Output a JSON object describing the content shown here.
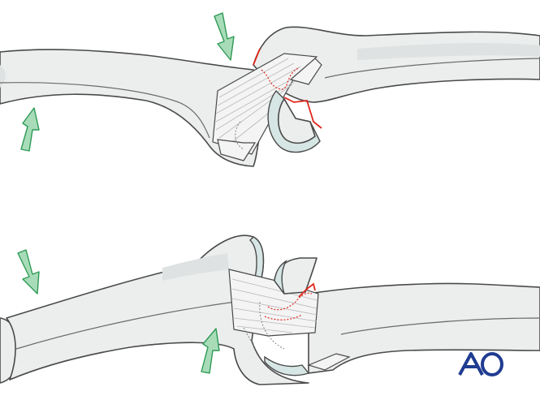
{
  "logo": {
    "text": "AO",
    "color": "#1f3c91"
  },
  "colors": {
    "bone_fill": "#eceeee",
    "outline": "#4a4a4a",
    "fracture_line": "#e0261c",
    "arrow_fill": "#a8dcb9",
    "arrow_stroke": "#2e9a55",
    "cartilage": "#d6e6e4"
  },
  "panels": [
    {
      "name": "top",
      "arrows": [
        "down",
        "up"
      ]
    },
    {
      "name": "bottom",
      "arrows": [
        "down",
        "up"
      ]
    }
  ]
}
